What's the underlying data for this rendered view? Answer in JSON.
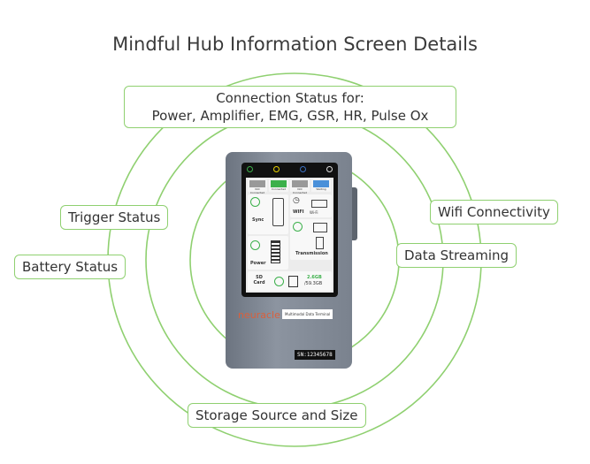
{
  "title": "Mindful Hub Information Screen Details",
  "labels": {
    "connection_line1": "Connection Status for:",
    "connection_line2": "Power, Amplifier, EMG, GSR, HR, Pulse Ox",
    "trigger": "Trigger Status",
    "battery": "Battery Status",
    "wifi": "Wifi Connectivity",
    "streaming": "Data Streaming",
    "storage": "Storage Source and Size"
  },
  "device": {
    "status": [
      "Not Connected",
      "Connected",
      "Not Connected",
      "Waiting"
    ],
    "sync": "Sync",
    "wifi": "WIFI",
    "wifi_name": "Wi-Fi",
    "power": "Power",
    "transmission": "Transmission",
    "sd_card": "SD Card",
    "storage_used": "2.6GB",
    "storage_total": "/59.3GB",
    "brand": "neuracle",
    "model": "Multimodal Data Terminal",
    "serial": "SN:12345678"
  },
  "colors": {
    "accent": "#8fd070",
    "brand": "#d9603c"
  }
}
